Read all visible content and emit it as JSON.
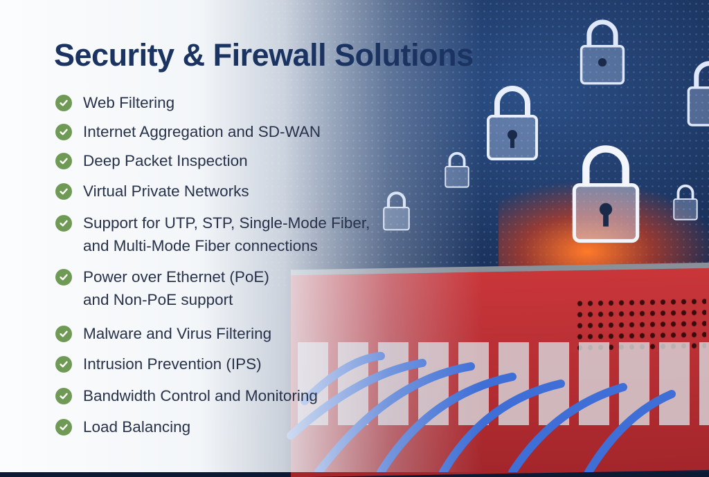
{
  "title": "Security & Firewall Solutions",
  "features": [
    {
      "lines": [
        "Web Filtering"
      ]
    },
    {
      "lines": [
        "Internet Aggregation and SD-WAN"
      ]
    },
    {
      "lines": [
        "Deep Packet Inspection"
      ]
    },
    {
      "lines": [
        "Virtual Private Networks"
      ]
    },
    {
      "lines": [
        "Support for UTP, STP, Single-Mode Fiber,",
        "and Multi-Mode Fiber connections"
      ]
    },
    {
      "lines": [
        "Power over Ethernet (PoE)",
        "and Non-PoE support"
      ]
    },
    {
      "lines": [
        "Malware and Virus Filtering"
      ]
    },
    {
      "lines": [
        "Intrusion Prevention (IPS)"
      ]
    },
    {
      "lines": [
        "Bandwidth Control and Monitoring"
      ]
    },
    {
      "lines": [
        "Load Balancing"
      ]
    }
  ],
  "colors": {
    "title": "#1b3360",
    "check": "#6f9a55",
    "device": "#c9363a"
  },
  "icons": {
    "bullet": "check-circle-icon",
    "decor": "padlock-icon"
  }
}
